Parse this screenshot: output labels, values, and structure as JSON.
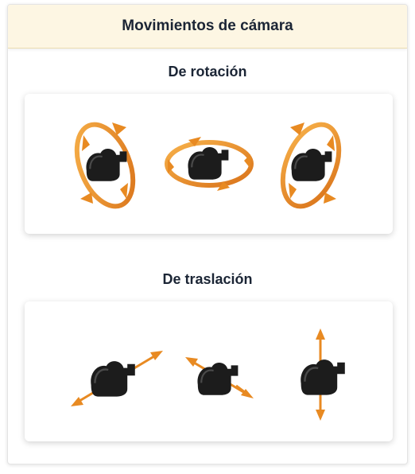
{
  "card": {
    "title": "Movimientos de cámara"
  },
  "rotation": {
    "title": "De rotación",
    "items": [
      "roll-icon",
      "yaw-icon",
      "pitch-icon"
    ]
  },
  "translation": {
    "title": "De traslación",
    "items": [
      "truck-icon",
      "dolly-icon",
      "pedestal-icon"
    ]
  },
  "colors": {
    "header_bg": "#fdf6e3",
    "title_text": "#1b2535",
    "arrow": "#e88a22",
    "camera": "#1a1a1a"
  }
}
